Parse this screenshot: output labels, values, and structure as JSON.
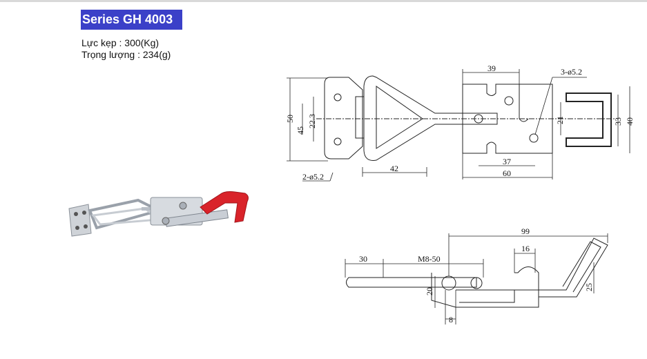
{
  "header": {
    "title": "Series GH 4003"
  },
  "specs": {
    "clamp_force": "Lực kẹp : 300(Kg)",
    "weight": "Trọng lượng : 234(g)"
  },
  "drawing_top": {
    "dims": [
      "50",
      "45",
      "22.3",
      "2-ø5.2",
      "42",
      "39",
      "3-ø5.2",
      "21",
      "33",
      "40",
      "37",
      "60"
    ]
  },
  "drawing_side": {
    "dims": [
      "99",
      "30",
      "M8-50",
      "16",
      "20",
      "25",
      "8"
    ]
  },
  "colors": {
    "title_bg": "#3b40c8",
    "handle_red": "#d9232a"
  }
}
